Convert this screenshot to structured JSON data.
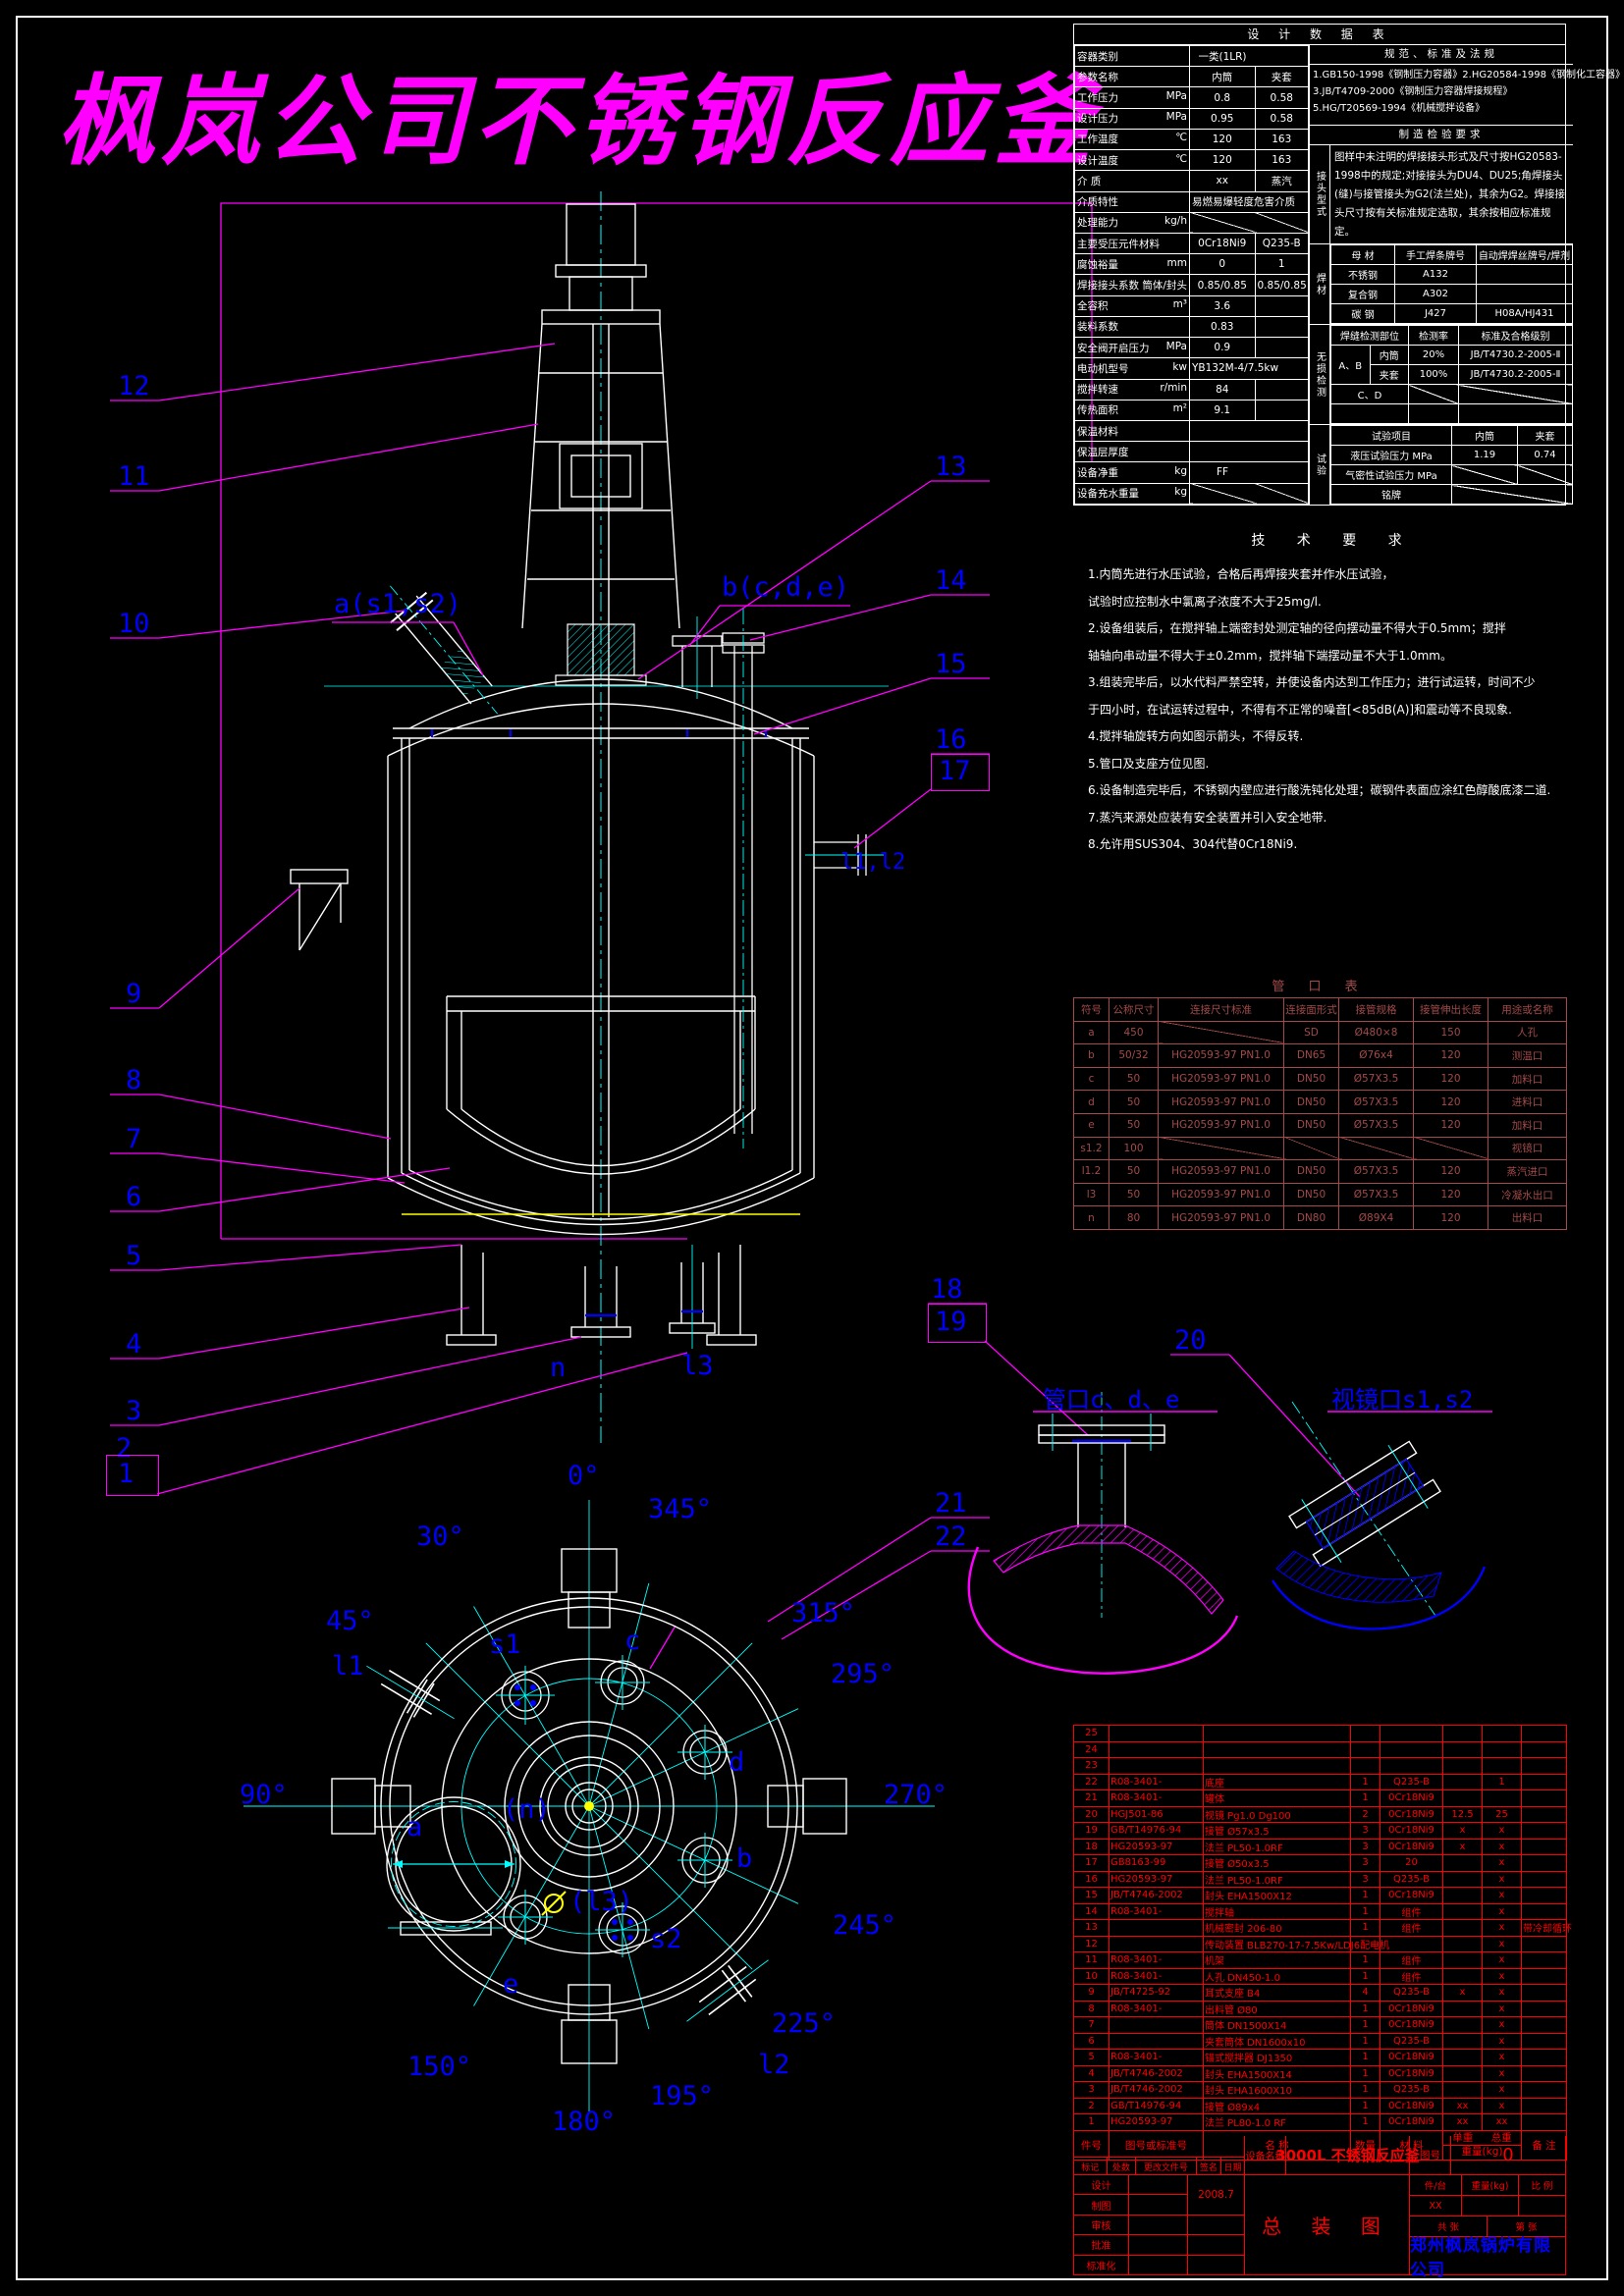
{
  "title": {
    "text": "枫岚公司不锈钢反应釜",
    "color": "#FF00FF"
  },
  "colors": {
    "line": "#FFFFFF",
    "accent": "#00FFFF",
    "leader": "#FF00FF",
    "label": "#0000FF",
    "bom": "#FF0000",
    "nozzle_table": "#A34A4A",
    "level": "#FFFF00"
  },
  "design_table": {
    "title": "设 计 数 据 表",
    "left_rows": [
      {
        "c": [
          "容器类别",
          "",
          "一类(1LR)",
          ""
        ],
        "cls": "merge"
      },
      {
        "c": [
          "参数名称",
          "",
          "内筒",
          "夹套"
        ],
        "cls": ""
      },
      {
        "c": [
          "工作压力",
          "MPa",
          "0.8",
          "0.58"
        ],
        "cls": ""
      },
      {
        "c": [
          "设计压力",
          "MPa",
          "0.95",
          "0.58"
        ],
        "cls": ""
      },
      {
        "c": [
          "工作温度",
          "℃",
          "120",
          "163"
        ],
        "cls": ""
      },
      {
        "c": [
          "设计温度",
          "℃",
          "120",
          "163"
        ],
        "cls": ""
      },
      {
        "c": [
          "介 质",
          "",
          "xx",
          "蒸汽"
        ],
        "cls": ""
      },
      {
        "c": [
          "介质特性",
          "",
          "易燃易爆轻度危害介质",
          ""
        ],
        "cls": "merge"
      },
      {
        "c": [
          "处理能力",
          "kg/h",
          "",
          ""
        ],
        "cls": "merge diag"
      },
      {
        "c": [
          "主要受压元件材料",
          "",
          "0Cr18Ni9",
          "Q235-B"
        ],
        "cls": ""
      },
      {
        "c": [
          "腐蚀裕量",
          "mm",
          "0",
          "1"
        ],
        "cls": ""
      },
      {
        "c": [
          "焊接接头系数 筒体/封头",
          "",
          "0.85/0.85",
          "0.85/0.85"
        ],
        "cls": ""
      },
      {
        "c": [
          "全容积",
          "m³",
          "3.6",
          ""
        ],
        "cls": ""
      },
      {
        "c": [
          "装料系数",
          "",
          "0.83",
          ""
        ],
        "cls": ""
      },
      {
        "c": [
          "安全阀开启压力",
          "MPa",
          "0.9",
          ""
        ],
        "cls": ""
      },
      {
        "c": [
          "电动机型号",
          "kw",
          "YB132M-4/7.5kw",
          ""
        ],
        "cls": "merge"
      },
      {
        "c": [
          "搅拌转速",
          "r/min",
          "84",
          ""
        ],
        "cls": ""
      },
      {
        "c": [
          "传热面积",
          "m²",
          "9.1",
          ""
        ],
        "cls": ""
      },
      {
        "c": [
          "保温材料",
          "",
          "",
          ""
        ],
        "cls": "merge"
      },
      {
        "c": [
          "保温层厚度",
          "",
          "",
          ""
        ],
        "cls": "merge"
      },
      {
        "c": [
          "设备净重",
          "kg",
          "FF",
          ""
        ],
        "cls": "merge"
      },
      {
        "c": [
          "设备充水重量",
          "kg",
          "",
          ""
        ],
        "cls": "merge diag"
      }
    ],
    "right": {
      "std_title": "规范、标准及法规",
      "std_lines": [
        "1.GB150-1998《钢制压力容器》2.HG20584-1998《钢制化工容器》",
        "3.JB/T4709-2000《钢制压力容器焊接规程》",
        "5.HG/T20569-1994《机械搅拌设备》"
      ],
      "joint_title": "制造检验要求",
      "joint_side": "接头型式",
      "joint_text": "图样中未注明的焊接接头形式及尺寸按HG20583-1998中的规定;对接接头为DU4、DU25;角焊接头(缝)与接管接头为G2(法兰处)，其余为G2。焊接接头尺寸按有关标准规定选取，其余按相应标准规定。",
      "weld_side": "焊材",
      "weld_head": [
        "母 材",
        "手工焊条牌号",
        "自动焊焊丝牌号/焊剂"
      ],
      "weld_rows": [
        {
          "c": [
            "不锈钢",
            "A132",
            ""
          ]
        },
        {
          "c": [
            "复合钢",
            "A302",
            ""
          ]
        },
        {
          "c": [
            "碳 钢",
            "J427",
            "H08A/HJ431"
          ]
        }
      ],
      "ndt_side": "无损检测",
      "ndt_head": [
        "焊缝检测部位",
        "检测率",
        "标准及合格级别"
      ],
      "ndt_ab": "A、B",
      "ndt_ab_rows": [
        {
          "c": [
            "内筒",
            "20%",
            "JB/T4730.2-2005-Ⅱ"
          ]
        },
        {
          "c": [
            "夹套",
            "100%",
            "JB/T4730.2-2005-Ⅱ"
          ]
        }
      ],
      "ndt_cd": "C、D",
      "test_side": "试验",
      "test_head": [
        "试验项目",
        "内筒",
        "夹套"
      ],
      "test_row1": [
        "液压试验压力  MPa",
        "1.19",
        "0.74"
      ],
      "test_row2": [
        "气密性试验压力  MPa",
        "",
        ""
      ],
      "plate_label": "铭牌"
    }
  },
  "tech": {
    "title": "技 术 要 求",
    "lines": [
      "1.内筒先进行水压试验，合格后再焊接夹套并作水压试验，",
      "试验时应控制水中氯离子浓度不大于25mg/l.",
      "2.设备组装后，在搅拌轴上端密封处测定轴的径向摆动量不得大于0.5mm；搅拌",
      "轴轴向串动量不得大于±0.2mm，搅拌轴下端摆动量不大于1.0mm。",
      "3.组装完毕后，以水代料严禁空转，并使设备内达到工作压力；进行试运转，时间不少",
      "于四小时，在试运转过程中，不得有不正常的噪音[<85dB(A)]和震动等不良现象.",
      "4.搅拌轴旋转方向如图示箭头，不得反转.",
      "5.管口及支座方位见图.",
      "6.设备制造完毕后，不锈钢内壁应进行酸洗钝化处理；碳钢件表面应涂红色醇酸底漆二道.",
      "7.蒸汽来源处应装有安全装置并引入安全地带.",
      "8.允许用SUS304、304代替0Cr18Ni9."
    ]
  },
  "nozzle_table": {
    "title": "管 口 表",
    "head": [
      "符号",
      "公称尺寸",
      "连接尺寸标准",
      "连接面形式",
      "接管规格",
      "接管伸出长度",
      "用途或名称"
    ],
    "rows": [
      {
        "c": [
          "a",
          "450",
          "",
          "SD",
          "Ø480×8",
          "150",
          "人孔"
        ]
      },
      {
        "c": [
          "b",
          "50/32",
          "HG20593-97 PN1.0",
          "DN65",
          "Ø76x4",
          "120",
          "测温口"
        ]
      },
      {
        "c": [
          "c",
          "50",
          "HG20593-97 PN1.0",
          "DN50",
          "Ø57X3.5",
          "120",
          "加料口"
        ]
      },
      {
        "c": [
          "d",
          "50",
          "HG20593-97 PN1.0",
          "DN50",
          "Ø57X3.5",
          "120",
          "进料口"
        ]
      },
      {
        "c": [
          "e",
          "50",
          "HG20593-97 PN1.0",
          "DN50",
          "Ø57X3.5",
          "120",
          "加料口"
        ]
      },
      {
        "c": [
          "s1.2",
          "100",
          "",
          "",
          "",
          "",
          "视镜口"
        ]
      },
      {
        "c": [
          "l1.2",
          "50",
          "HG20593-97 PN1.0",
          "DN50",
          "Ø57X3.5",
          "120",
          "蒸汽进口"
        ]
      },
      {
        "c": [
          "l3",
          "50",
          "HG20593-97 PN1.0",
          "DN50",
          "Ø57X3.5",
          "120",
          "冷凝水出口"
        ]
      },
      {
        "c": [
          "n",
          "80",
          "HG20593-97 PN1.0",
          "DN80",
          "Ø89X4",
          "120",
          "出料口"
        ]
      }
    ]
  },
  "bom": {
    "head": {
      "no": "件号",
      "std": "图号或标准号",
      "name": "名  称",
      "qty": "数量",
      "mat": "材  料",
      "w1": "单重",
      "w2": "总重",
      "wkg": "重量(kg)",
      "note": "备 注"
    },
    "rows": [
      {
        "no": "25",
        "std": "",
        "name": "",
        "qty": "",
        "mat": "",
        "uw": "",
        "tw": "",
        "note": ""
      },
      {
        "no": "24",
        "std": "",
        "name": "",
        "qty": "",
        "mat": "",
        "uw": "",
        "tw": "",
        "note": ""
      },
      {
        "no": "23",
        "std": "",
        "name": "",
        "qty": "",
        "mat": "",
        "uw": "",
        "tw": "",
        "note": ""
      },
      {
        "no": "22",
        "std": "R08-3401-",
        "name": "底座",
        "qty": "1",
        "mat": "Q235-B",
        "uw": "",
        "tw": "1",
        "note": ""
      },
      {
        "no": "21",
        "std": "R08-3401-",
        "name": "罐体",
        "qty": "1",
        "mat": "0Cr18Ni9",
        "uw": "",
        "tw": "",
        "note": ""
      },
      {
        "no": "20",
        "std": "HGJ501-86",
        "name": "视镜 Pg1.0 Dg100",
        "qty": "2",
        "mat": "0Cr18Ni9",
        "uw": "12.5",
        "tw": "25",
        "note": ""
      },
      {
        "no": "19",
        "std": "GB/T14976-94",
        "name": "接管 Ø57x3.5",
        "qty": "3",
        "mat": "0Cr18Ni9",
        "uw": "x",
        "tw": "x",
        "note": ""
      },
      {
        "no": "18",
        "std": "HG20593-97",
        "name": "法兰 PL50-1.0RF",
        "qty": "3",
        "mat": "0Cr18Ni9",
        "uw": "x",
        "tw": "x",
        "note": ""
      },
      {
        "no": "17",
        "std": "GB8163-99",
        "name": "接管 Ø50x3.5",
        "qty": "3",
        "mat": "20",
        "uw": "",
        "tw": "x",
        "note": ""
      },
      {
        "no": "16",
        "std": "HG20593-97",
        "name": "法兰 PL50-1.0RF",
        "qty": "3",
        "mat": "Q235-B",
        "uw": "",
        "tw": "x",
        "note": ""
      },
      {
        "no": "15",
        "std": "JB/T4746-2002",
        "name": "封头 EHA1500X12",
        "qty": "1",
        "mat": "0Cr18Ni9",
        "uw": "",
        "tw": "x",
        "note": ""
      },
      {
        "no": "14",
        "std": "R08-3401-",
        "name": "搅拌轴",
        "qty": "1",
        "mat": "组件",
        "uw": "",
        "tw": "x",
        "note": ""
      },
      {
        "no": "13",
        "std": "",
        "name": "机械密封 206-80",
        "qty": "1",
        "mat": "组件",
        "uw": "",
        "tw": "x",
        "note": "带冷却循环"
      },
      {
        "no": "12",
        "std": "",
        "name": "传动装置 BLB270-17-7.5Kw/LDJ6配电机",
        "qty": "",
        "mat": "",
        "uw": "",
        "tw": "x",
        "note": ""
      },
      {
        "no": "11",
        "std": "R08-3401-",
        "name": "机架",
        "qty": "1",
        "mat": "组件",
        "uw": "",
        "tw": "x",
        "note": ""
      },
      {
        "no": "10",
        "std": "R08-3401-",
        "name": "人孔 DN450-1.0",
        "qty": "1",
        "mat": "组件",
        "uw": "",
        "tw": "x",
        "note": ""
      },
      {
        "no": "9",
        "std": "JB/T4725-92",
        "name": "耳式支座 B4",
        "qty": "4",
        "mat": "Q235-B",
        "uw": "x",
        "tw": "x",
        "note": ""
      },
      {
        "no": "8",
        "std": "R08-3401-",
        "name": "出料管 Ø80",
        "qty": "1",
        "mat": "0Cr18Ni9",
        "uw": "",
        "tw": "x",
        "note": ""
      },
      {
        "no": "7",
        "std": "",
        "name": "筒体 DN1500X14",
        "qty": "1",
        "mat": "0Cr18Ni9",
        "uw": "",
        "tw": "x",
        "note": ""
      },
      {
        "no": "6",
        "std": "",
        "name": "夹套筒体 DN1600x10",
        "qty": "1",
        "mat": "Q235-B",
        "uw": "",
        "tw": "x",
        "note": ""
      },
      {
        "no": "5",
        "std": "R08-3401-",
        "name": "锚式搅拌器 DJ1350",
        "qty": "1",
        "mat": "0Cr18Ni9",
        "uw": "",
        "tw": "x",
        "note": ""
      },
      {
        "no": "4",
        "std": "JB/T4746-2002",
        "name": "封头 EHA1500X14",
        "qty": "1",
        "mat": "0Cr18Ni9",
        "uw": "",
        "tw": "x",
        "note": ""
      },
      {
        "no": "3",
        "std": "JB/T4746-2002",
        "name": "封头 EHA1600X10",
        "qty": "1",
        "mat": "Q235-B",
        "uw": "",
        "tw": "x",
        "note": ""
      },
      {
        "no": "2",
        "std": "GB/T14976-94",
        "name": "接管 Ø89x4",
        "qty": "1",
        "mat": "0Cr18Ni9",
        "uw": "xx",
        "tw": "x",
        "note": ""
      },
      {
        "no": "1",
        "std": "HG20593-97",
        "name": "法兰 PL80-1.0 RF",
        "qty": "1",
        "mat": "0Cr18Ni9",
        "uw": "xx",
        "tw": "xx",
        "note": ""
      }
    ]
  },
  "titleblock": {
    "rev_head": [
      "标记",
      "处数",
      "更改文件号",
      "签名",
      "日期"
    ],
    "sign_labels": [
      "设计",
      "制图",
      "审核",
      "批准",
      "标准化"
    ],
    "date": "2008.7",
    "name_label": "设备名称",
    "name": "3000L 不锈钢反应釜",
    "dwg_no_label": "图号",
    "dwg_no": "0",
    "drawing_type": "总 装 图",
    "per_unit": "件/台",
    "weight": "重量(kg)",
    "scale": "比 例",
    "per_unit_val": "XX",
    "sheets": "共  张",
    "sheet_no": "第  张",
    "company": "郑州枫岚锅炉有限公司"
  },
  "callouts": {
    "n1": "1",
    "n2": "2",
    "n3": "3",
    "n4": "4",
    "n5": "5",
    "n6": "6",
    "n7": "7",
    "n8": "8",
    "n9": "9",
    "n10": "10",
    "n11": "11",
    "n12": "12",
    "n13": "13",
    "n14": "14",
    "n15": "15",
    "n16": "16",
    "n17": "17",
    "n18": "18",
    "n19": "19",
    "n20": "20",
    "n21": "21",
    "n22": "22"
  },
  "labels": {
    "a_group": "a(s1,s2)",
    "b_group": "b(c,d,e)",
    "n": "n",
    "l3": "l3",
    "l12": "l1,l2",
    "detail_a": "管口c、d、e",
    "detail_b": "视镜口s1,s2"
  },
  "bottom_view": {
    "angles": {
      "d0": "0°",
      "d30": "30°",
      "d45": "45°",
      "d90": "90°",
      "d150": "150°",
      "d180": "180°",
      "d195": "195°",
      "d225": "225°",
      "d245": "245°",
      "d270": "270°",
      "d295": "295°",
      "d315": "315°",
      "d345": "345°"
    },
    "points": {
      "s1": "s1",
      "c": "c",
      "d": "d",
      "b": "b",
      "s2": "s2",
      "e": "e",
      "a": "a",
      "l1": "l1",
      "l2": "l2",
      "l3": "(l3)",
      "n": "(n)"
    }
  }
}
